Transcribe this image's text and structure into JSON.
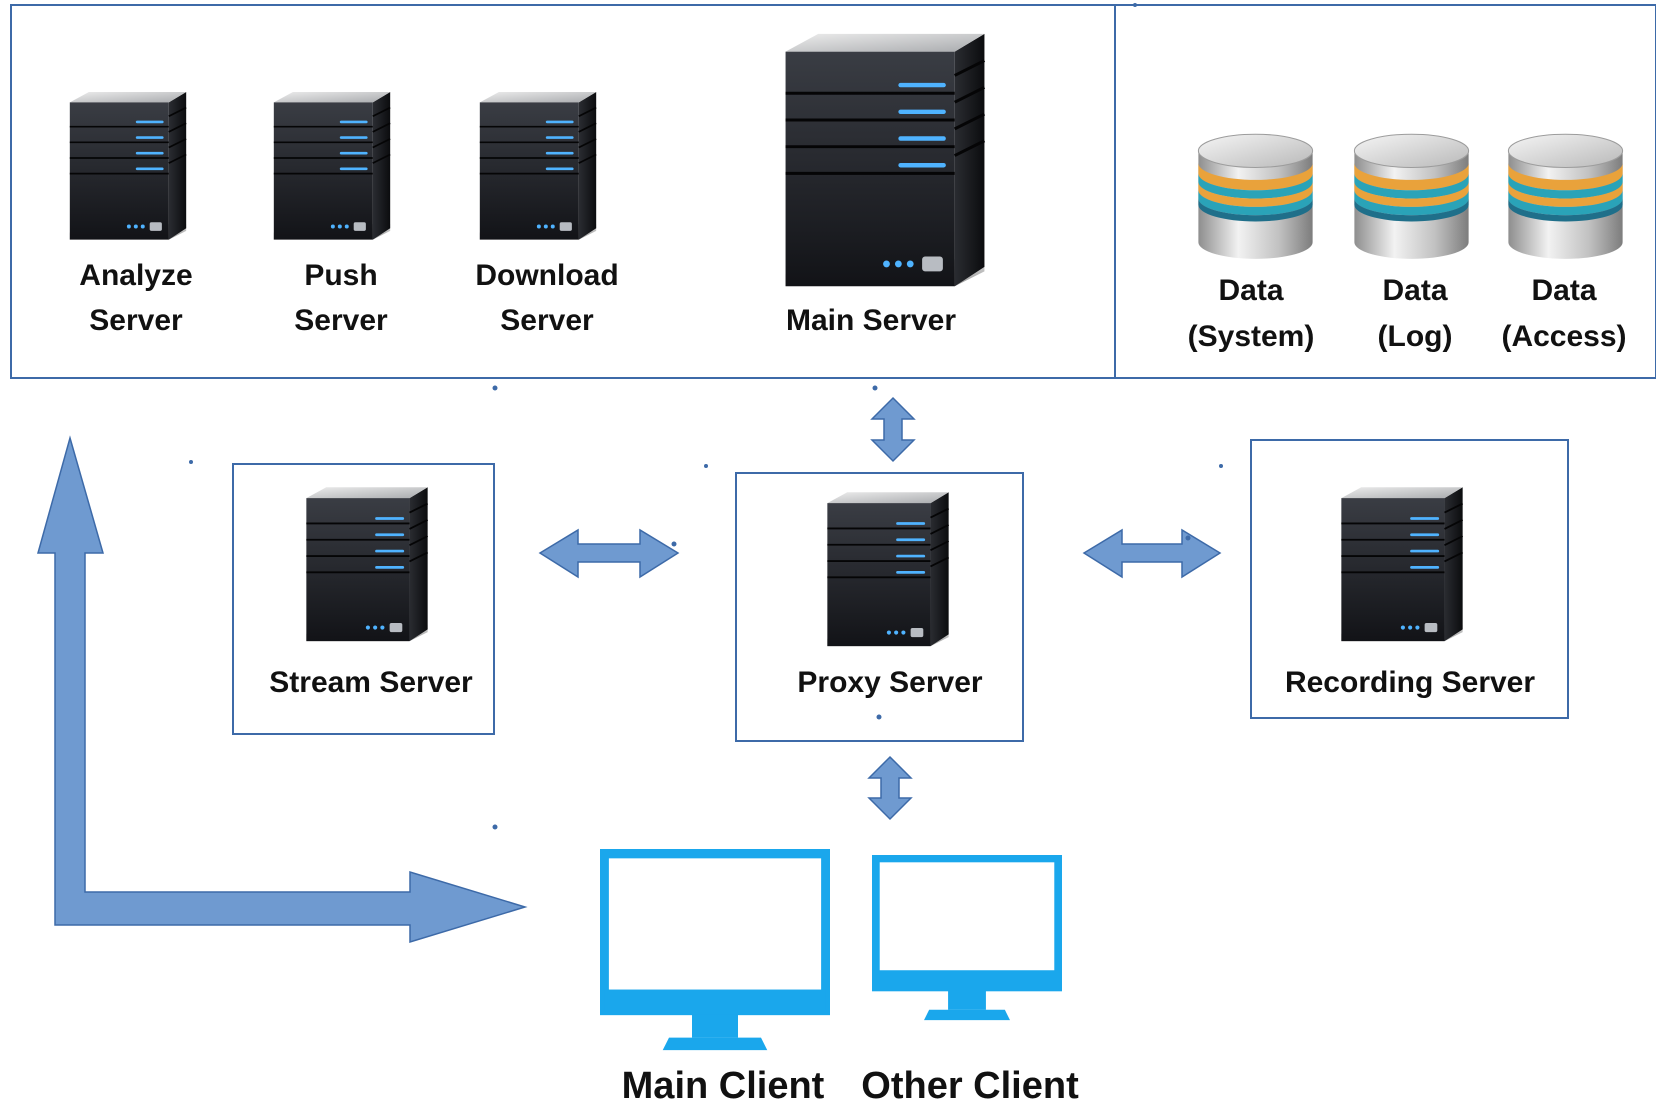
{
  "colors": {
    "frame": "#3d6aa8",
    "arrow_fill": "#6f9ad0",
    "arrow_stroke": "#3d6aa8",
    "client_blue": "#1aa7ec",
    "server_led": "#4fb3ff",
    "disk_orange": "#e9a23b",
    "disk_teal": "#2aa3b8"
  },
  "servers": {
    "analyze": {
      "line1": "Analyze",
      "line2": "Server",
      "icon": "server-icon"
    },
    "push": {
      "line1": "Push",
      "line2": "Server",
      "icon": "server-icon"
    },
    "download": {
      "line1": "Download",
      "line2": "Server",
      "icon": "server-icon"
    },
    "main": {
      "label": "Main Server",
      "icon": "server-icon"
    },
    "stream": {
      "label": "Stream Server",
      "icon": "server-icon"
    },
    "proxy": {
      "label": "Proxy Server",
      "icon": "server-icon"
    },
    "recording": {
      "label": "Recording Server",
      "icon": "server-icon"
    }
  },
  "databases": [
    {
      "line1": "Data",
      "line2": "(System)",
      "icon": "database-icon"
    },
    {
      "line1": "Data",
      "line2": "(Log)",
      "icon": "database-icon"
    },
    {
      "line1": "Data",
      "line2": "(Access)",
      "icon": "database-icon"
    }
  ],
  "clients": {
    "main": {
      "label": "Main Client",
      "icon": "monitor-icon"
    },
    "other": {
      "label": "Other Client",
      "icon": "monitor-icon"
    }
  }
}
